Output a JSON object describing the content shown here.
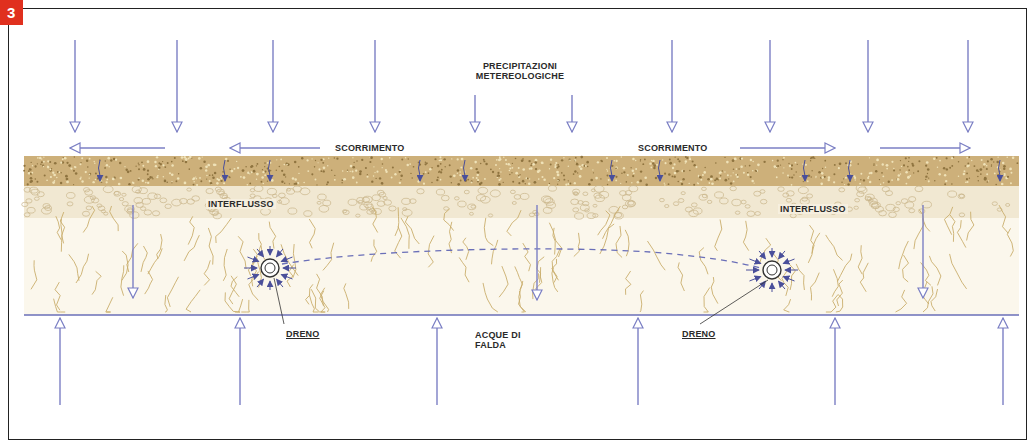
{
  "diagram": {
    "nodes": [
      {
        "text": [
          "3"
        ]
      }
    ],
    "labels": [
      "PRECIPITAZIONI METEREOLOGICHE",
      "SCORRIMENTO",
      "SCORRIMENTO",
      "INTERFLUSSO",
      "INTERFLUSSO",
      "DRENO",
      "DRENO",
      "ACQUE DI FALDA"
    ]
  }
}
